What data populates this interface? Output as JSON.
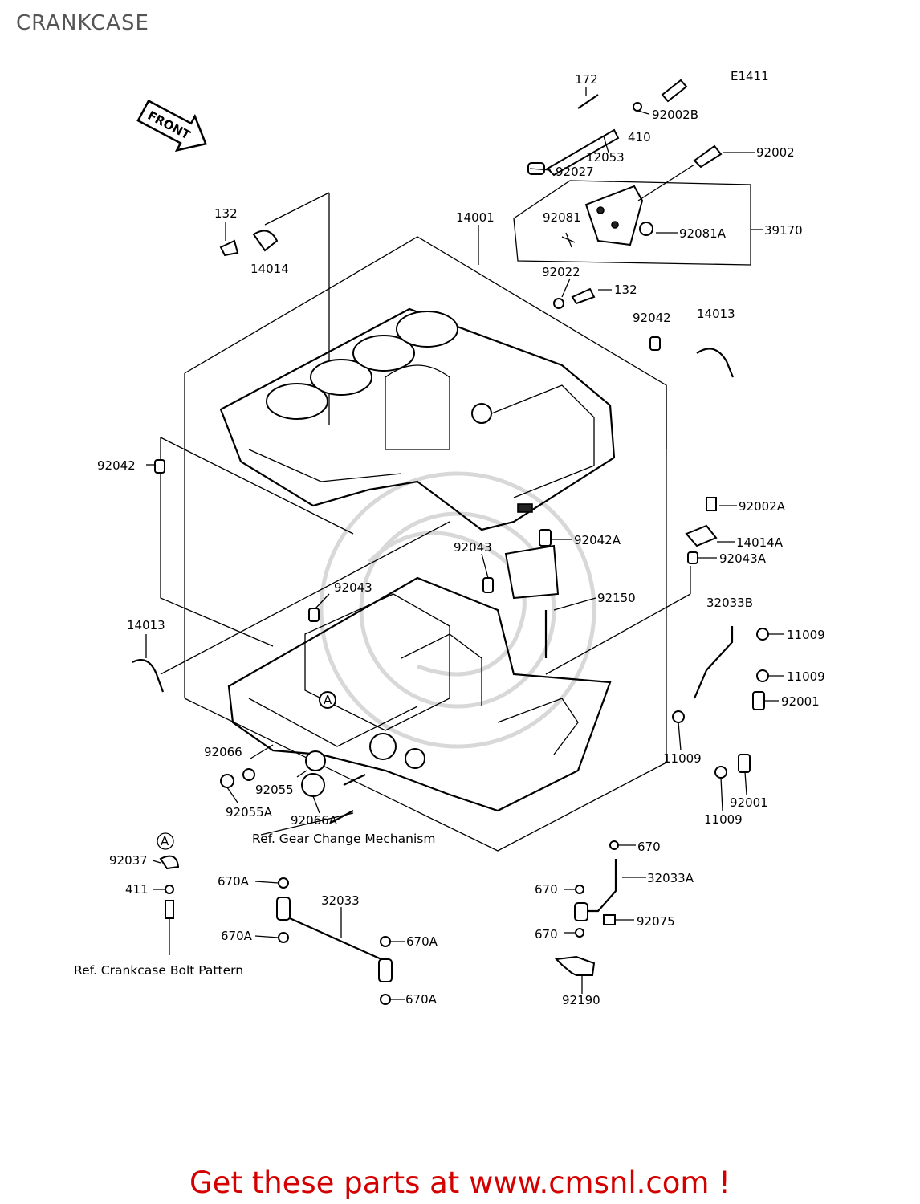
{
  "title": "CRANKCASE",
  "diagram_code": "E1411",
  "front_label": "FRONT",
  "circle_marker": "A",
  "footer_text": "Get these parts at www.cmsnl.com !",
  "references": {
    "gear_change": "Ref. Gear Change Mechanism",
    "bolt_pattern": "Ref. Crankcase Bolt Pattern"
  },
  "part_labels": [
    {
      "id": "p172",
      "text": "172"
    },
    {
      "id": "p92002B",
      "text": "92002B"
    },
    {
      "id": "p410",
      "text": "410"
    },
    {
      "id": "p12053",
      "text": "12053"
    },
    {
      "id": "p92027",
      "text": "92027"
    },
    {
      "id": "p92002",
      "text": "92002"
    },
    {
      "id": "p92081",
      "text": "92081"
    },
    {
      "id": "p92081A",
      "text": "92081A"
    },
    {
      "id": "p39170",
      "text": "39170"
    },
    {
      "id": "p132a",
      "text": "132"
    },
    {
      "id": "p14014",
      "text": "14014"
    },
    {
      "id": "p14001",
      "text": "14001"
    },
    {
      "id": "p92022",
      "text": "92022"
    },
    {
      "id": "p132b",
      "text": "132"
    },
    {
      "id": "p92042a",
      "text": "92042"
    },
    {
      "id": "p14013a",
      "text": "14013"
    },
    {
      "id": "p92042b",
      "text": "92042"
    },
    {
      "id": "p92002A",
      "text": "92002A"
    },
    {
      "id": "p14014A",
      "text": "14014A"
    },
    {
      "id": "p92043A",
      "text": "92043A"
    },
    {
      "id": "p92042A",
      "text": "92042A"
    },
    {
      "id": "p92043a",
      "text": "92043"
    },
    {
      "id": "p92043b",
      "text": "92043"
    },
    {
      "id": "p92150",
      "text": "92150"
    },
    {
      "id": "p32033B",
      "text": "32033B"
    },
    {
      "id": "p14013b",
      "text": "14013"
    },
    {
      "id": "p11009a",
      "text": "11009"
    },
    {
      "id": "p11009b",
      "text": "11009"
    },
    {
      "id": "p92001a",
      "text": "92001"
    },
    {
      "id": "p11009c",
      "text": "11009"
    },
    {
      "id": "p92001b",
      "text": "92001"
    },
    {
      "id": "p11009d",
      "text": "11009"
    },
    {
      "id": "p92066",
      "text": "92066"
    },
    {
      "id": "p92055",
      "text": "92055"
    },
    {
      "id": "p92055A",
      "text": "92055A"
    },
    {
      "id": "p92066A",
      "text": "92066A"
    },
    {
      "id": "p670a",
      "text": "670"
    },
    {
      "id": "p92037",
      "text": "92037"
    },
    {
      "id": "p670A1",
      "text": "670A"
    },
    {
      "id": "p32033",
      "text": "32033"
    },
    {
      "id": "p32033A",
      "text": "32033A"
    },
    {
      "id": "p411",
      "text": "411"
    },
    {
      "id": "p670b",
      "text": "670"
    },
    {
      "id": "p92075",
      "text": "92075"
    },
    {
      "id": "p670A2",
      "text": "670A"
    },
    {
      "id": "p670A3",
      "text": "670A"
    },
    {
      "id": "p670c",
      "text": "670"
    },
    {
      "id": "p92190",
      "text": "92190"
    },
    {
      "id": "p670A4",
      "text": "670A"
    }
  ]
}
